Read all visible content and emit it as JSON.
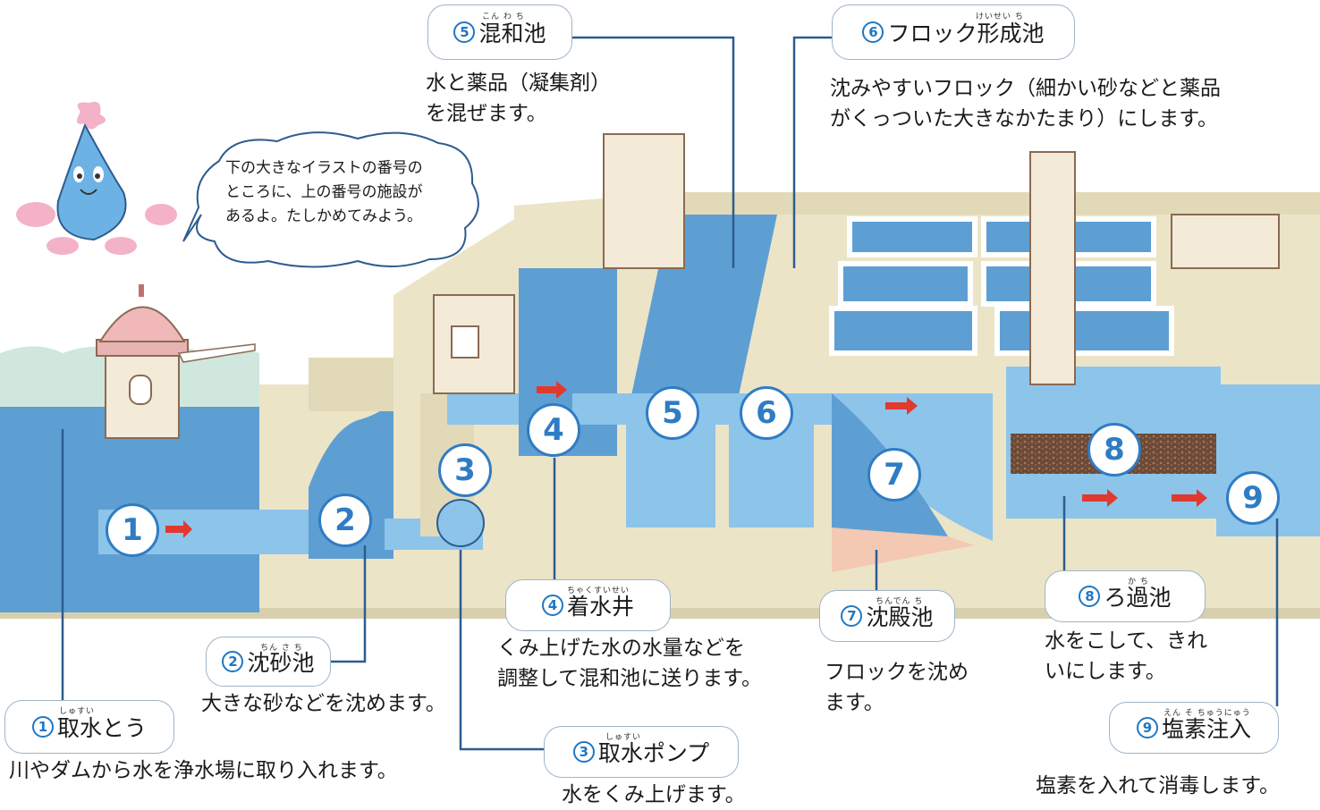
{
  "labels": {
    "l1": {
      "num": "1",
      "title": "取水とう",
      "ruby": "しゅすい"
    },
    "l2": {
      "num": "2",
      "title": "沈砂池",
      "ruby": "ちん さ ち"
    },
    "l3": {
      "num": "3",
      "title": "取水ポンプ",
      "ruby": "しゅすい"
    },
    "l4": {
      "num": "4",
      "title": "着水井",
      "ruby": "ちゃくすいせい"
    },
    "l5": {
      "num": "5",
      "title": "混和池",
      "ruby": "こん わ ち"
    },
    "l6": {
      "num": "6",
      "title": "フロック形成池",
      "ruby": "けいせい ち"
    },
    "l7": {
      "num": "7",
      "title": "沈殿池",
      "ruby": "ちんでん ち"
    },
    "l8": {
      "num": "8",
      "title": "ろ過池",
      "ruby": "か ち"
    },
    "l9": {
      "num": "9",
      "title": "塩素注入",
      "ruby": "えん そ ちゅうにゅう"
    }
  },
  "descriptions": {
    "d1": "川やダムから水を浄水場に取り入れます。",
    "d2": "大きな砂などを沈めます。",
    "d3": "水をくみ上げます。",
    "d4": "くみ上げた水の水量などを\n調整して混和池に送ります。",
    "d5": "水と薬品（凝集剤）\nを混ぜます。",
    "d6": "沈みやすいフロック（細かい砂などと薬品\nがくっついた大きなかたまり）にします。",
    "d7": "フロックを沈め\nます。",
    "d8": "水をこして、きれ\nいにします。",
    "d9": "塩素を入れて消毒します。"
  },
  "bubble": "下の大きなイラストの番号の\nところに、上の番号の施設が\nあるよ。たしかめてみよう。",
  "markers": [
    "1",
    "2",
    "3",
    "4",
    "5",
    "6",
    "7",
    "8",
    "9"
  ],
  "colors": {
    "water": "#5e9fd3",
    "water_light": "#8dc4ea",
    "concrete": "#ece4c7",
    "accent": "#2f7cc4",
    "arrow": "#e03a2f",
    "leader": "#2d5c8f"
  }
}
